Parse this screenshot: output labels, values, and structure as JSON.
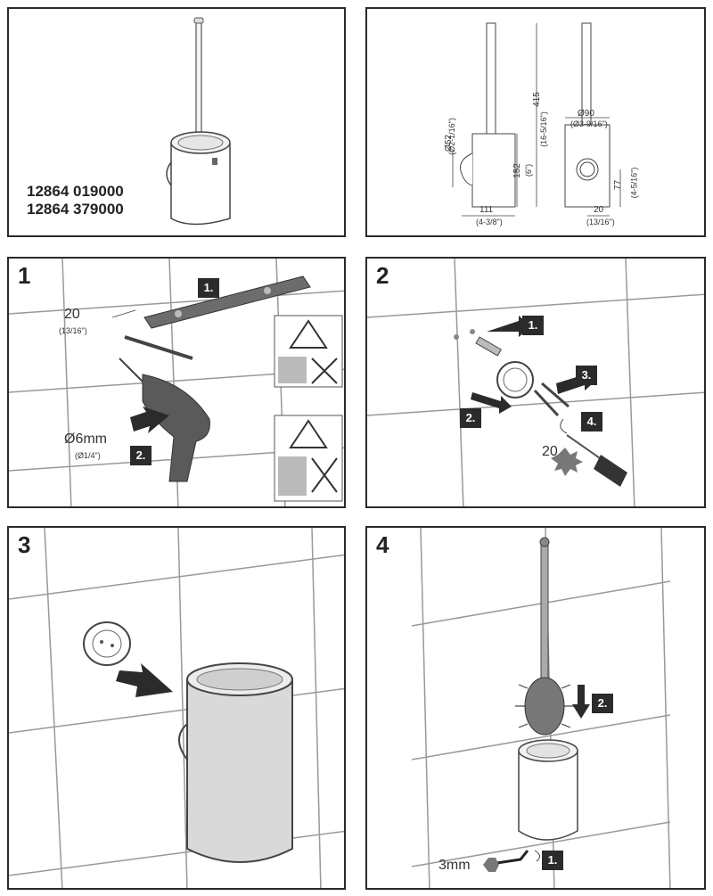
{
  "product": {
    "codes": [
      "12864 019000",
      "12864 379000"
    ]
  },
  "dimensions": {
    "height": "415",
    "height_in": "(16-5/16\")",
    "dia_cup": "Ø52",
    "dia_cup_in": "(Ø2-1/16\")",
    "body_h": "152",
    "body_h_in": "(6\")",
    "depth": "111",
    "depth_in": "(4-3/8\")",
    "dia_top": "Ø90",
    "dia_top_in": "(Ø3-9/16\")",
    "mount_h": "77",
    "mount_h_in": "(4-5/16\")",
    "offset": "20",
    "offset_in": "(13/16\")"
  },
  "steps": [
    {
      "number": "1",
      "labels": [
        "1.",
        "2."
      ],
      "offset": "20",
      "offset_in": "(13/16\")",
      "drill": "Ø6mm",
      "drill_in": "(Ø1/4\")"
    },
    {
      "number": "2",
      "labels": [
        "1.",
        "2.",
        "3.",
        "4."
      ],
      "torx": "20"
    },
    {
      "number": "3"
    },
    {
      "number": "4",
      "labels": [
        "2.",
        "1."
      ],
      "hex": "3mm"
    }
  ]
}
